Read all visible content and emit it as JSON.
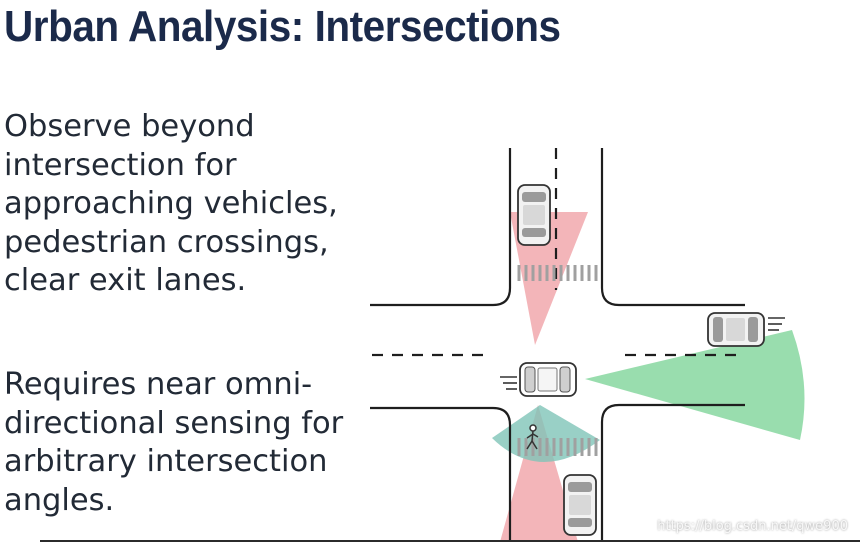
{
  "slide": {
    "title": "Urban Analysis: Intersections",
    "bullets": [
      {
        "lines": [
          "Observe beyond",
          "intersection for",
          "approaching vehicles,",
          "pedestrian crossings,",
          "clear exit lanes."
        ]
      },
      {
        "lines": [
          "Requires near omni-",
          "directional sensing for",
          "arbitrary intersection",
          "angles."
        ]
      }
    ],
    "watermark": "https://blog.csdn.net/qwe900"
  },
  "diagram": {
    "road_color": "#1e1e1e",
    "red_cone_color": "#f0a3a8",
    "green_cone_color": "#7fd59a",
    "teal_cone_color": "#7fc4b8",
    "car_body_color": "#f2f2f2",
    "car_dark_color": "#9a9a9a"
  }
}
